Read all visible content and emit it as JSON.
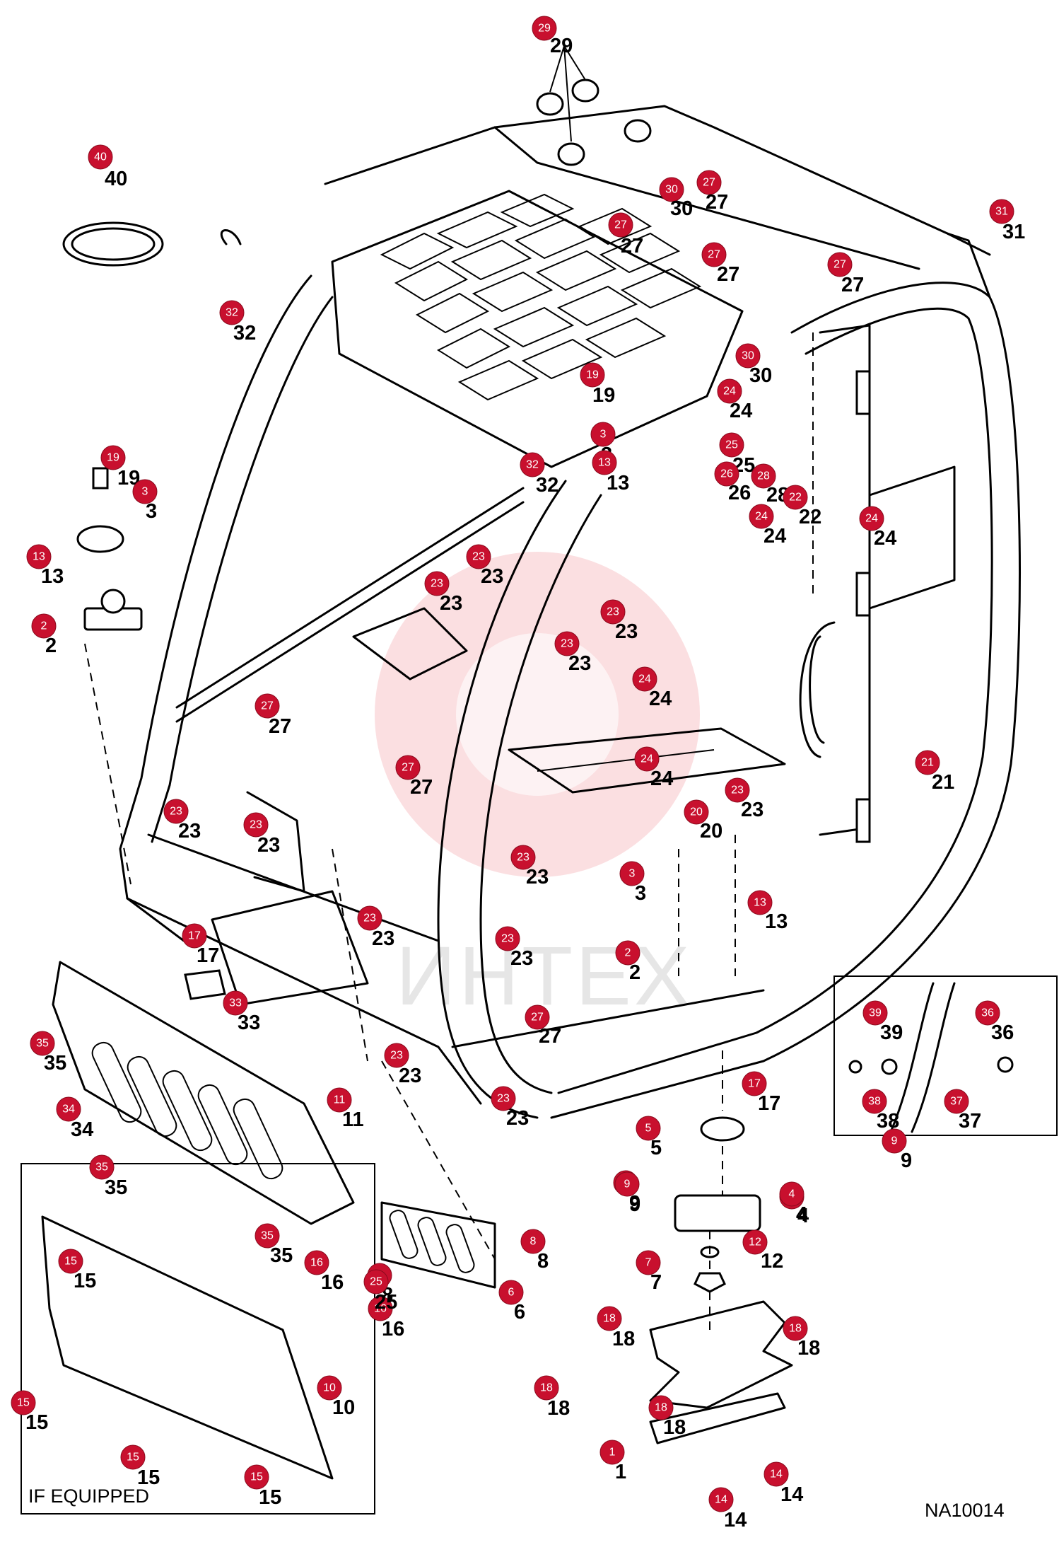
{
  "drawing_id": "NA10014",
  "watermark_text": "ИНТЕХ",
  "inset_label": "IF EQUIPPED",
  "colors": {
    "badge": "#c8102e",
    "line": "#000000",
    "watermark": "#e11d2a"
  },
  "callouts": [
    {
      "n": "1"
    },
    {
      "n": "2"
    },
    {
      "n": "3"
    },
    {
      "n": "4"
    },
    {
      "n": "5"
    },
    {
      "n": "6"
    },
    {
      "n": "7"
    },
    {
      "n": "8"
    },
    {
      "n": "9"
    },
    {
      "n": "10"
    },
    {
      "n": "11"
    },
    {
      "n": "12"
    },
    {
      "n": "13"
    },
    {
      "n": "14"
    },
    {
      "n": "15"
    },
    {
      "n": "16"
    },
    {
      "n": "17"
    },
    {
      "n": "18"
    },
    {
      "n": "19"
    },
    {
      "n": "20"
    },
    {
      "n": "21"
    },
    {
      "n": "22"
    },
    {
      "n": "23"
    },
    {
      "n": "24"
    },
    {
      "n": "25"
    },
    {
      "n": "26"
    },
    {
      "n": "27"
    },
    {
      "n": "28"
    },
    {
      "n": "29"
    },
    {
      "n": "30"
    },
    {
      "n": "31"
    },
    {
      "n": "32"
    },
    {
      "n": "33"
    },
    {
      "n": "34"
    },
    {
      "n": "35"
    },
    {
      "n": "36"
    },
    {
      "n": "37"
    },
    {
      "n": "38"
    },
    {
      "n": "39"
    },
    {
      "n": "40"
    }
  ]
}
